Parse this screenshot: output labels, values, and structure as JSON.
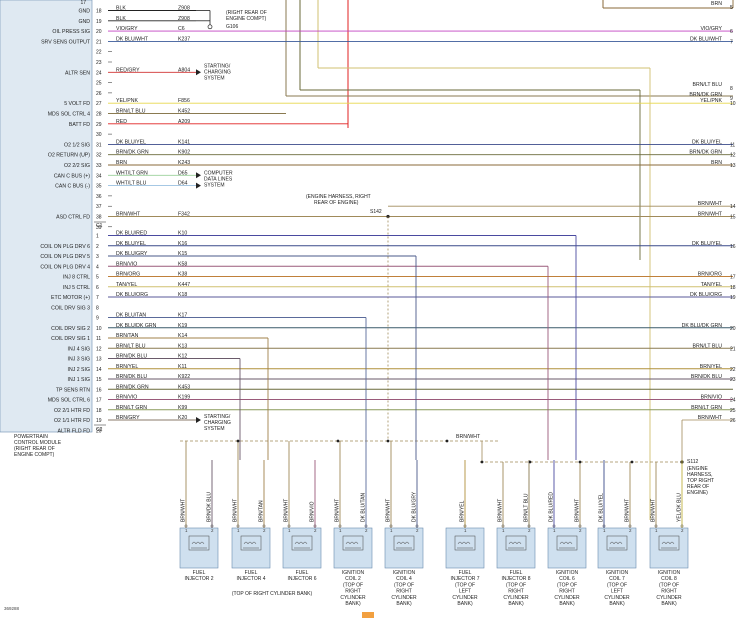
{
  "pcm": {
    "label_lines": [
      "POWERTRAIN",
      "CONTROL MODULE",
      "(RIGHT REAR OF",
      "ENGINE COMPT)"
    ],
    "connector_c1": "C1",
    "connector_c2": "C2"
  },
  "top_pins": [
    "17"
  ],
  "top_wires": [
    {
      "pin": "18",
      "signal": "GND",
      "color": "BLK",
      "circuit": "Z908",
      "right_label": "",
      "right_pin": "",
      "hex": "#222222"
    },
    {
      "pin": "19",
      "signal": "GND",
      "color": "BLK",
      "circuit": "Z908",
      "right_label": "",
      "right_pin": "",
      "hex": "#222222"
    },
    {
      "pin": "20",
      "signal": "OIL PRESS SIG",
      "color": "VIO/GRY",
      "circuit": "C6",
      "right_label": "VIO/GRY",
      "right_pin": "6",
      "hex": "#c040c0"
    },
    {
      "pin": "21",
      "signal": "SRV SENS OUTPUT",
      "color": "DK BLU/WHT",
      "circuit": "K237",
      "right_label": "DK BLU/WHT",
      "right_pin": "7",
      "hex": "#3a5a9a"
    },
    {
      "pin": "22",
      "signal": "",
      "color": "",
      "circuit": "",
      "right_label": "",
      "right_pin": "",
      "hex": ""
    },
    {
      "pin": "23",
      "signal": "",
      "color": "",
      "circuit": "",
      "right_label": "",
      "right_pin": "",
      "hex": ""
    },
    {
      "pin": "24",
      "signal": "ALTR SEN",
      "color": "RED/GRY",
      "circuit": "A804",
      "right_label": "",
      "right_pin": "",
      "hex": "#d03030"
    },
    {
      "pin": "25",
      "signal": "",
      "color": "",
      "circuit": "",
      "right_label": "",
      "right_pin": "",
      "hex": ""
    },
    {
      "pin": "26",
      "signal": "",
      "color": "",
      "circuit": "",
      "right_label": "",
      "right_pin": "",
      "hex": ""
    },
    {
      "pin": "27",
      "signal": "5 VOLT FD",
      "color": "YEL/PNK",
      "circuit": "F856",
      "right_label": "YEL/PNK",
      "right_pin": "10",
      "hex": "#e8d84a"
    },
    {
      "pin": "28",
      "signal": "MDS SOL CTRL 4",
      "color": "BRN/LT BLU",
      "circuit": "K452",
      "right_label": "",
      "right_pin": "",
      "hex": "#8a7a50"
    },
    {
      "pin": "29",
      "signal": "BATT FD",
      "color": "RED",
      "circuit": "A209",
      "right_label": "",
      "right_pin": "",
      "hex": "#e02020"
    },
    {
      "pin": "30",
      "signal": "",
      "color": "",
      "circuit": "",
      "right_label": "",
      "right_pin": "",
      "hex": ""
    },
    {
      "pin": "31",
      "signal": "O2 1/2 SIG",
      "color": "DK BLU/YEL",
      "circuit": "K141",
      "right_label": "DK BLU/YEL",
      "right_pin": "11",
      "hex": "#3a4a8a"
    },
    {
      "pin": "32",
      "signal": "O2 RETURN (UP)",
      "color": "BRN/DK GRN",
      "circuit": "K902",
      "right_label": "BRN/DK GRN",
      "right_pin": "12",
      "hex": "#6a6a3a"
    },
    {
      "pin": "33",
      "signal": "O2 2/2 SIG",
      "color": "BRN",
      "circuit": "K243",
      "right_label": "BRN",
      "right_pin": "13",
      "hex": "#8a6a3a"
    },
    {
      "pin": "34",
      "signal": "CAN C BUS (+)",
      "color": "WHT/LT GRN",
      "circuit": "D65",
      "right_label": "",
      "right_pin": "",
      "hex": "#9ad09a"
    },
    {
      "pin": "35",
      "signal": "CAN C BUS (-)",
      "color": "WHT/LT BLU",
      "circuit": "D64",
      "right_label": "",
      "right_pin": "",
      "hex": "#9ac0e0"
    },
    {
      "pin": "36",
      "signal": "",
      "color": "",
      "circuit": "",
      "right_label": "",
      "right_pin": "",
      "hex": ""
    },
    {
      "pin": "37",
      "signal": "",
      "color": "",
      "circuit": "",
      "right_label": "BRN/WHT",
      "right_pin": "14",
      "hex": ""
    },
    {
      "pin": "38",
      "signal": "ASD CTRL FD",
      "color": "BRN/WHT",
      "circuit": "F342",
      "right_label": "BRN/WHT",
      "right_pin": "15",
      "hex": "#a08a5a"
    },
    {
      "pin": "39",
      "signal": "",
      "color": "",
      "circuit": "",
      "right_label": "",
      "right_pin": "",
      "hex": ""
    }
  ],
  "c2_wires": [
    {
      "pin": "1",
      "signal": "",
      "color": "DK BLU/RED",
      "circuit": "K10",
      "right_label": "",
      "right_pin": "",
      "hex": "#4a4aa0"
    },
    {
      "pin": "2",
      "signal": "COIL ON PLG DRV 6",
      "color": "DK BLU/YEL",
      "circuit": "K16",
      "right_label": "DK BLU/YEL",
      "right_pin": "16",
      "hex": "#3a4a8a"
    },
    {
      "pin": "3",
      "signal": "COIL ON PLG DRV 5",
      "color": "DK BLU/GRY",
      "circuit": "K15",
      "right_label": "",
      "right_pin": "",
      "hex": "#4a5a8a"
    },
    {
      "pin": "4",
      "signal": "COIL ON PLG DRV 4",
      "color": "BRN/VIO",
      "circuit": "K58",
      "right_label": "",
      "right_pin": "",
      "hex": "#9a5a7a"
    },
    {
      "pin": "5",
      "signal": "INJ 8 CTRL",
      "color": "BRN/ORG",
      "circuit": "K38",
      "right_label": "BRN/ORG",
      "right_pin": "17",
      "hex": "#c0803a"
    },
    {
      "pin": "6",
      "signal": "INJ 5 CTRL",
      "color": "TAN/YEL",
      "circuit": "K447",
      "right_label": "TAN/YEL",
      "right_pin": "18",
      "hex": "#d0c070"
    },
    {
      "pin": "7",
      "signal": "ETC MOTOR (+)",
      "color": "DK BLU/ORG",
      "circuit": "K18",
      "right_label": "DK BLU/ORG",
      "right_pin": "19",
      "hex": "#5a5a9a"
    },
    {
      "pin": "8",
      "signal": "COIL DRV SIG 3",
      "color": "",
      "circuit": "",
      "right_label": "",
      "right_pin": "",
      "hex": ""
    },
    {
      "pin": "9",
      "signal": "",
      "color": "DK BLU/TAN",
      "circuit": "K17",
      "right_label": "",
      "right_pin": "",
      "hex": "#5a6a9a"
    },
    {
      "pin": "10",
      "signal": "COIL DRV SIG 2",
      "color": "DK BLU/DK GRN",
      "circuit": "K19",
      "right_label": "DK BLU/DK GRN",
      "right_pin": "20",
      "hex": "#3a5a6a"
    },
    {
      "pin": "11",
      "signal": "COIL DRV SIG 1",
      "color": "BRN/TAN",
      "circuit": "K14",
      "right_label": "",
      "right_pin": "",
      "hex": "#a0804a"
    },
    {
      "pin": "12",
      "signal": "INJ 4 SIG",
      "color": "BRN/LT BLU",
      "circuit": "K13",
      "right_label": "BRN/LT BLU",
      "right_pin": "21",
      "hex": "#8a7a50"
    },
    {
      "pin": "13",
      "signal": "INJ 3 SIG",
      "color": "BRN/DK BLU",
      "circuit": "K12",
      "right_label": "",
      "right_pin": "",
      "hex": "#6a5a6a"
    },
    {
      "pin": "14",
      "signal": "INJ 2 SIG",
      "color": "BRN/YEL",
      "circuit": "K11",
      "right_label": "BRN/YEL",
      "right_pin": "22",
      "hex": "#b0903a"
    },
    {
      "pin": "15",
      "signal": "INJ 1 SIG",
      "color": "BRN/DK BLU",
      "circuit": "K922",
      "right_label": "BRN/DK BLU",
      "right_pin": "23",
      "hex": "#6a5a6a"
    },
    {
      "pin": "16",
      "signal": "TP SENS RTN",
      "color": "BRN/DK GRN",
      "circuit": "K453",
      "right_label": "",
      "right_pin": "",
      "hex": "#6a6a3a"
    },
    {
      "pin": "17",
      "signal": "MDS SOL CTRL 6",
      "color": "BRN/VIO",
      "circuit": "K199",
      "right_label": "BRN/VIO",
      "right_pin": "24",
      "hex": "#9a5a7a"
    },
    {
      "pin": "18",
      "signal": "O2 2/1 HTR FD",
      "color": "BRN/LT GRN",
      "circuit": "K99",
      "right_label": "BRN/LT GRN",
      "right_pin": "25",
      "hex": "#8a9a5a"
    },
    {
      "pin": "19",
      "signal": "O2 1/1 HTR FD",
      "color": "BRN/GRY",
      "circuit": "K20",
      "right_label": "BRN/WHT",
      "right_pin": "26",
      "hex": "#8a7a6a"
    },
    {
      "pin": "20",
      "signal": "ALTR FLD FD",
      "color": "",
      "circuit": "",
      "right_label": "",
      "right_pin": "",
      "hex": ""
    }
  ],
  "top_right_labels": [
    {
      "label": "BRN",
      "pin": "5"
    },
    {
      "label": "BRN/LT BLU",
      "pin": "8"
    },
    {
      "label": "BRN/DK GRN",
      "pin": "9"
    }
  ],
  "notes": {
    "ground": [
      "(RIGHT REAR OF",
      "ENGINE COMPT)"
    ],
    "ground_ref": "G106",
    "starting1": [
      "STARTING/",
      "CHARGING",
      "SYSTEM"
    ],
    "computer": [
      "COMPUTER",
      "DATA LINES",
      "SYSTEM"
    ],
    "splice_s142": [
      "(ENGINE HARNESS, RIGHT",
      "REAR OF ENGINE)"
    ],
    "splice_s142_ref": "S142",
    "starting2": [
      "STARTING/",
      "CHARGING",
      "SYSTEM"
    ],
    "splice_s112_ref": "S112",
    "splice_s112": [
      "(ENGINE",
      "HARNESS,",
      "TOP RIGHT",
      "REAR OF",
      "ENGINE)"
    ],
    "brn_wht_bus": "BRN/WHT",
    "bottom_caption": "(TOP OF RIGHT CYLINDER BANK)",
    "figure_id": "369288"
  },
  "components": [
    {
      "name": "FUEL INJECTOR 2",
      "lines": [
        "FUEL",
        "INJECTOR 2"
      ],
      "wires": [
        "BRN/WHT",
        "BRN/DK BLU"
      ],
      "kind": "injector"
    },
    {
      "name": "FUEL INJECTOR 4",
      "lines": [
        "FUEL",
        "INJECTOR 4"
      ],
      "wires": [
        "BRN/WHT",
        "BRN/TAN"
      ],
      "kind": "injector"
    },
    {
      "name": "FUEL INJECTOR 6",
      "lines": [
        "FUEL",
        "INJECTOR 6"
      ],
      "wires": [
        "BRN/WHT",
        "BRN/VIO"
      ],
      "kind": "injector"
    },
    {
      "name": "IGNITION COIL 2",
      "lines": [
        "IGNITION",
        "COIL 2",
        "(TOP OF",
        "RIGHT",
        "CYLINDER",
        "BANK)"
      ],
      "wires": [
        "BRN/WHT",
        "DK BLU/TAN"
      ],
      "kind": "coil"
    },
    {
      "name": "IGNITION COIL 4",
      "lines": [
        "IGNITION",
        "COIL 4",
        "(TOP OF",
        "RIGHT",
        "CYLINDER",
        "BANK)"
      ],
      "wires": [
        "BRN/WHT",
        "DK BLU/GRY"
      ],
      "kind": "coil"
    },
    {
      "name": "FUEL INJECTOR 7",
      "lines": [
        "FUEL",
        "INJECTOR 7",
        "(TOP OF",
        "LEFT",
        "CYLINDER",
        "BANK)"
      ],
      "wires": [
        "BRN/YEL"
      ],
      "kind": "injector"
    },
    {
      "name": "FUEL INJECTOR 8",
      "lines": [
        "FUEL",
        "INJECTOR 8",
        "(TOP OF",
        "RIGHT",
        "CYLINDER",
        "BANK)"
      ],
      "wires": [
        "BRN/WHT",
        "BRN/LT BLU"
      ],
      "kind": "injector"
    },
    {
      "name": "IGNITION COIL 6",
      "lines": [
        "IGNITION",
        "COIL 6",
        "(TOP OF",
        "RIGHT",
        "CYLINDER",
        "BANK)"
      ],
      "wires": [
        "DK BLU/RED",
        "BRN/WHT"
      ],
      "kind": "coil"
    },
    {
      "name": "IGNITION COIL 7",
      "lines": [
        "IGNITION",
        "COIL 7",
        "(TOP OF",
        "LEFT",
        "CYLINDER",
        "BANK)"
      ],
      "wires": [
        "DK BLU/YEL",
        "BRN/WHT"
      ],
      "kind": "coil"
    },
    {
      "name": "IGNITION COIL 8",
      "lines": [
        "IGNITION",
        "COIL 8",
        "(TOP OF",
        "RIGHT",
        "CYLINDER",
        "BANK)"
      ],
      "wires": [
        "BRN/WHT",
        "YEL/DK BLU"
      ],
      "kind": "coil"
    }
  ]
}
